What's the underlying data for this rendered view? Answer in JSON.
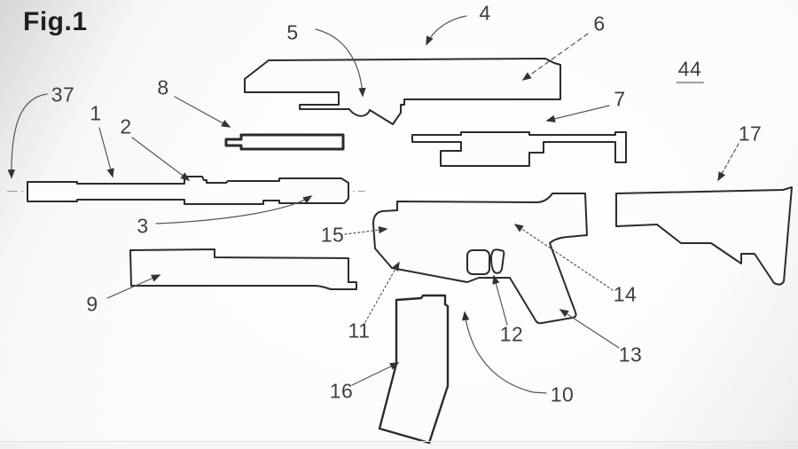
{
  "figure": {
    "label": "Fig.1",
    "assembly_ref": "44"
  },
  "ref_numerals": {
    "n1": "1",
    "n2": "2",
    "n3": "3",
    "n4": "4",
    "n5": "5",
    "n6": "6",
    "n7": "7",
    "n8": "8",
    "n9": "9",
    "n10": "10",
    "n11": "11",
    "n12": "12",
    "n13": "13",
    "n14": "14",
    "n15": "15",
    "n16": "16",
    "n17": "17",
    "n37": "37"
  },
  "colors": {
    "outline_color": "#2b2b2b",
    "leader_color": "#555555",
    "arrow_color": "#333333",
    "label_color": "#3f3f3f",
    "title_color": "#1f1f1f",
    "centerline_color": "#9b9b9b",
    "part_fill": "#fcfcfc"
  }
}
